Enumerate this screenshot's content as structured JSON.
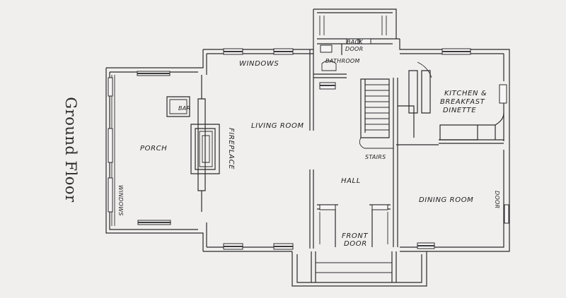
{
  "title": "Ground Floor",
  "rooms": {
    "porch": "PORCH",
    "bar": "BAR",
    "fireplace": "FIREPLACE",
    "living_room": "LIVING ROOM",
    "windows_top": "WINDOWS",
    "windows_side": "WINDOWS",
    "back_door_line1": "BACK",
    "back_door_line2": "DOOR",
    "bathroom": "BATHROOM",
    "kitchen_line1": "KITCHEN &",
    "kitchen_line2": "BREAKFAST",
    "kitchen_line3": "DINETTE",
    "stairs": "STAIRS",
    "hall": "HALL",
    "dining_room": "DINING ROOM",
    "door": "DOOR",
    "front_door_line1": "FRONT",
    "front_door_line2": "DOOR"
  }
}
